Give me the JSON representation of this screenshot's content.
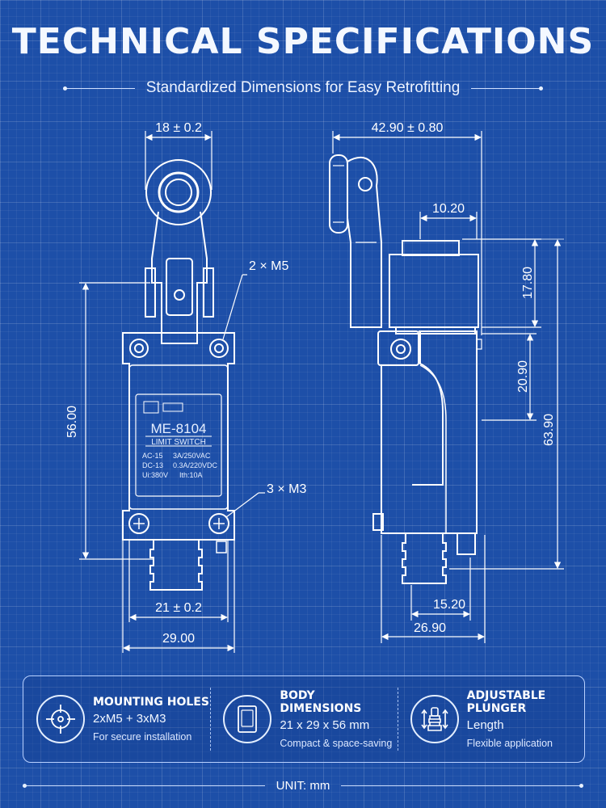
{
  "header": {
    "title": "TECHNICAL SPECIFICATIONS",
    "subtitle": "Standardized Dimensions for Easy Retrofitting"
  },
  "front_view": {
    "dim_top_width": "18 ± 0.2",
    "dim_height": "56.00",
    "dim_mount_width": "21 ± 0.2",
    "dim_body_width": "29.00",
    "callout_upper_holes": "2 × M5",
    "callout_lower_holes": "3 × M3",
    "nameplate": {
      "model": "ME-8104",
      "type": "LIMIT SWITCH",
      "line1_left": "AC-15",
      "line1_right": "3A/250VAC",
      "line2_left": "DC-13",
      "line2_right": "0.3A/220VDC",
      "line3_left": "Ui:380V",
      "line3_right": "Ith:10A"
    }
  },
  "side_view": {
    "dim_overall_depth": "42.90 ± 0.80",
    "dim_head_width": "10.20",
    "dim_head_height": "17.80",
    "dim_mid_height": "20.90",
    "dim_total_height": "63.90",
    "dim_plunger_width": "15.20",
    "dim_body_depth": "26.90"
  },
  "features": [
    {
      "title": "MOUNTING HOLES",
      "value": "2xM5 + 3xM3",
      "note": "For secure installation",
      "icon": "crosshair-icon"
    },
    {
      "title": "BODY DIMENSIONS",
      "value": "21 x 29 x 56 mm",
      "note": "Compact & space-saving",
      "icon": "box-icon"
    },
    {
      "title": "ADJUSTABLE PLUNGER",
      "value": "Length",
      "note": "Flexible application",
      "icon": "plunger-icon"
    }
  ],
  "footer": {
    "unit": "UNIT: mm"
  },
  "colors": {
    "background": "#1d4fa8",
    "line": "#ffffff",
    "panel_border": "#b9d1ff"
  }
}
